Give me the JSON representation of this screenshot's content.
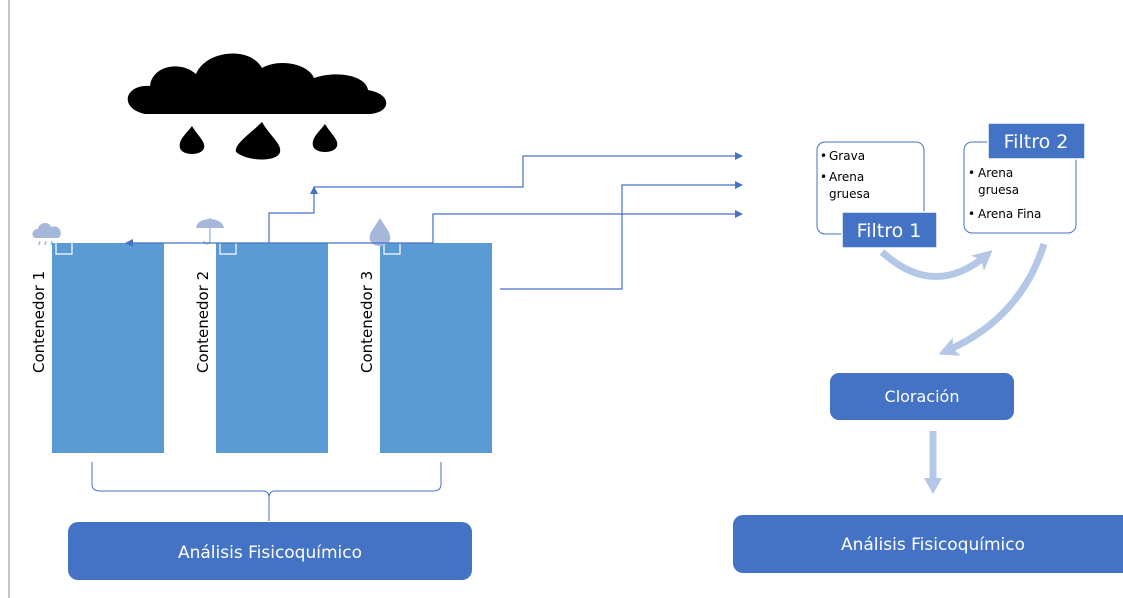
{
  "containers": [
    {
      "label": "Contenedor 1",
      "icon": "rain-cloud-icon"
    },
    {
      "label": "Contenedor 2",
      "icon": "umbrella-icon"
    },
    {
      "label": "Contenedor 3",
      "icon": "water-drop-icon"
    }
  ],
  "left_analysis": {
    "label": "Análisis Fisicoquímico"
  },
  "filtro1": {
    "title": "Filtro 1",
    "items": [
      "Grava",
      "Arena gruesa"
    ]
  },
  "filtro2": {
    "title": "Filtro 2",
    "items": [
      "Arena gruesa",
      "Arena Fina"
    ]
  },
  "cloracion": {
    "label": "Cloración"
  },
  "right_analysis": {
    "label": "Análisis Fisicoquímico"
  },
  "colors": {
    "container_fill": "#5B9BD5",
    "box_fill": "#4472C4",
    "arrow": "#4472C4",
    "flow_arrow": "#B4C7E7",
    "cloud": "#000000",
    "icon": "#A5B8D9"
  }
}
